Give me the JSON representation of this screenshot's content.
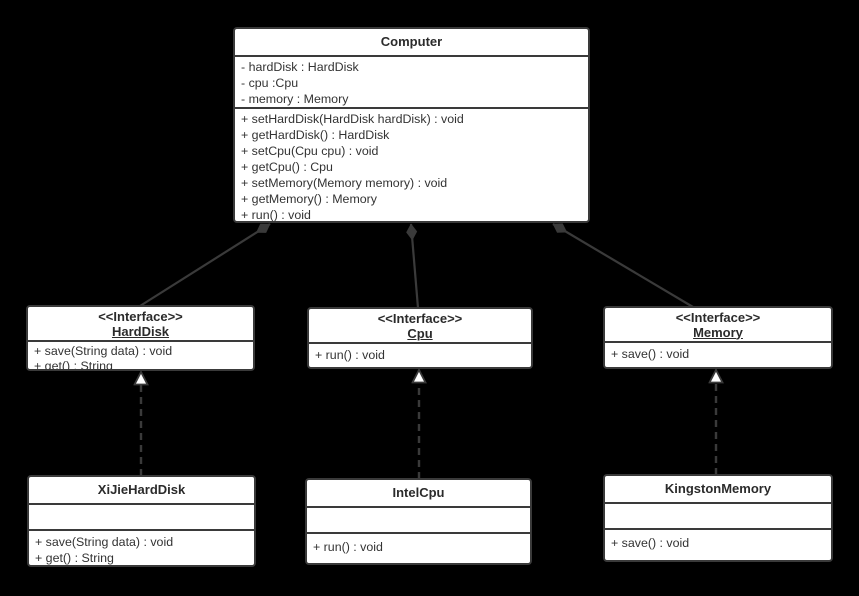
{
  "diagram": {
    "type": "uml-class-diagram",
    "background_color": "#000000",
    "box_fill_color": "#ffffff",
    "border_color": "#3a3a3a",
    "text_color": "#333333"
  },
  "classes": {
    "computer": {
      "title": "Computer",
      "attributes": [
        "- hardDisk : HardDisk",
        "- cpu :Cpu",
        "- memory : Memory"
      ],
      "methods": [
        "+ setHardDisk(HardDisk hardDisk) : void",
        "+ getHardDisk() : HardDisk",
        "+ setCpu(Cpu cpu) : void",
        "+ getCpu() : Cpu",
        "+ setMemory(Memory memory) : void",
        "+ getMemory() : Memory",
        "+ run() : void"
      ]
    },
    "hardDisk": {
      "stereotype": "<<Interface>>",
      "title": "HardDisk",
      "methods": [
        "+ save(String data) : void",
        "+ get() : String"
      ]
    },
    "cpu": {
      "stereotype": "<<Interface>>",
      "title": "Cpu",
      "methods": [
        "+ run() : void"
      ]
    },
    "memory": {
      "stereotype": "<<Interface>>",
      "title": "Memory",
      "methods": [
        "+ save() : void"
      ]
    },
    "xiJieHardDisk": {
      "title": "XiJieHardDisk",
      "methods": [
        "+ save(String data) : void",
        "+ get() : String"
      ]
    },
    "intelCpu": {
      "title": "IntelCpu",
      "methods": [
        "+ run() : void"
      ]
    },
    "kingstonMemory": {
      "title": "KingstonMemory",
      "methods": [
        "+ save() : void"
      ]
    }
  },
  "relationships": [
    {
      "from": "HardDisk",
      "to": "Computer",
      "type": "composition"
    },
    {
      "from": "Cpu",
      "to": "Computer",
      "type": "composition"
    },
    {
      "from": "Memory",
      "to": "Computer",
      "type": "composition"
    },
    {
      "from": "XiJieHardDisk",
      "to": "HardDisk",
      "type": "realization"
    },
    {
      "from": "IntelCpu",
      "to": "Cpu",
      "type": "realization"
    },
    {
      "from": "KingstonMemory",
      "to": "Memory",
      "type": "realization"
    }
  ]
}
